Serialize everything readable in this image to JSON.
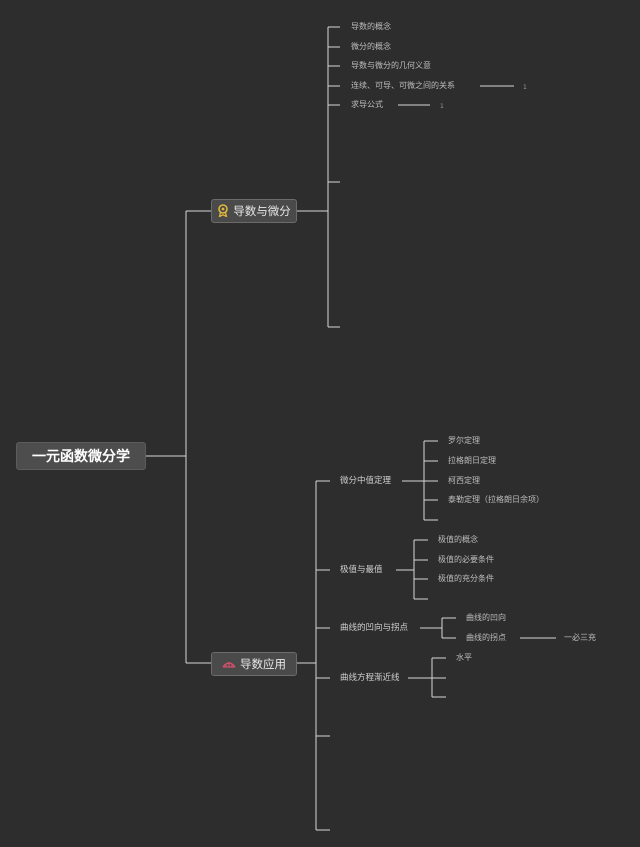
{
  "root": {
    "label": "一元函数微分学"
  },
  "branches": [
    {
      "label": "导数与微分",
      "icon": "award-icon",
      "icon_color": "#e0b83a"
    },
    {
      "label": "导数应用",
      "icon": "bridge-icon",
      "icon_color": "#d0506a"
    }
  ],
  "derivative": {
    "items": [
      "导数的概念",
      "微分的概念",
      "导数与微分的几何义意",
      "连续、可导、可微之间的关系",
      "求导公式"
    ],
    "continuity_child": "1",
    "formula_child": "1"
  },
  "application": {
    "mean_value": {
      "label": "微分中值定理",
      "children": [
        "罗尔定理",
        "拉格朗日定理",
        "柯西定理",
        "泰勒定理（拉格朗日余项）"
      ]
    },
    "extremum": {
      "label": "极值与最值",
      "children": [
        "极值的概念",
        "极值的必要条件",
        "极值的充分条件"
      ]
    },
    "concavity": {
      "label": "曲线的凹向与拐点",
      "children": [
        "曲线的凹向",
        "曲线的拐点"
      ],
      "inflection_child": "一必三充"
    },
    "asymptote": {
      "label": "曲线方程渐近线",
      "children": [
        "水平"
      ]
    }
  }
}
